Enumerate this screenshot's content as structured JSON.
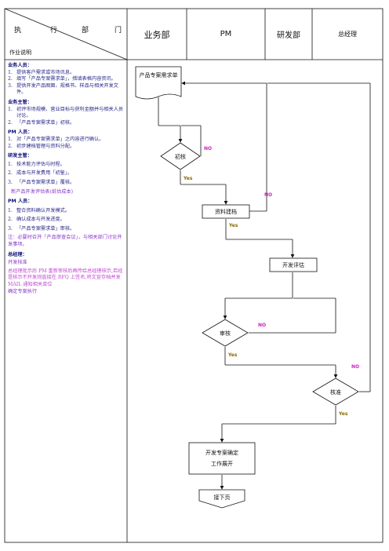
{
  "header": {
    "exec_chars": [
      "执",
      "行",
      "部",
      "门"
    ],
    "desc_label": "作业说明",
    "columns": [
      "业务部",
      "PM",
      "研发部",
      "总经理"
    ]
  },
  "left": {
    "sales": {
      "title": "业务人员：",
      "items": [
        {
          "n": "1.",
          "t": "提供客户需求或市场讯息。"
        },
        {
          "n": "2.",
          "t": "填写「产品专案需求单」，措填表格内容资讯。"
        },
        {
          "n": "3.",
          "t": "提供开发产品图面、规格书、样品与相关开发文件。"
        }
      ]
    },
    "sales_mgr": {
      "title": "业务主管：",
      "items": [
        {
          "n": "1.",
          "t": "初评市场规模、营业目标与获利金额并与相关人员讨论。"
        },
        {
          "n": "2.",
          "t": "「产品专案需求单」初核。"
        }
      ]
    },
    "pm": {
      "title": "PM 人员：",
      "items": [
        {
          "n": "1.",
          "t": "对「产品专案需求单」之内容进行确认。"
        },
        {
          "n": "2.",
          "t": "初步建档管理与资料分配。"
        }
      ]
    },
    "rd_mgr": {
      "title": "研发主管：",
      "items": [
        {
          "n": "1.",
          "t": "技术能力评估与时程。"
        },
        {
          "n": "2.",
          "t": "成本与开发费用「初鉴」。"
        },
        {
          "n": "3.",
          "t": "「产品专案需求单」覆核。"
        }
      ],
      "note": "新产品开发评估表(纸估成本)"
    },
    "pm2": {
      "title": "PM 人员：",
      "items": [
        {
          "n": "1.",
          "t": "整合资料确认开发模式。"
        },
        {
          "n": "2.",
          "t": "确认成本与开发进度。"
        },
        {
          "n": "3.",
          "t": "「产品专案需求单」审核。"
        }
      ],
      "note": "注：必要时召开「产品审查会议」，与相关部门讨论开发事项。"
    },
    "gm": {
      "title": "总经理：",
      "l1": "开发核准",
      "l2": "总经理批示后 PM 重新审核后再传给总经理核示,若经是核示不开发则直接在 RFQ 上签名,将文宣存档并发 MAIL 通知相关单位",
      "l3": "确定专案执行"
    }
  },
  "flow": {
    "doc_label": "产品专案需求单",
    "initial_check": "初核",
    "archive": "资料建档",
    "dev_eval": "开发评估",
    "review": "审核",
    "approve": "核准",
    "confirm_1": "开发专案确定",
    "confirm_2": "工作展开",
    "next_page": "接下页",
    "yes": "Yes",
    "no": "NO"
  }
}
